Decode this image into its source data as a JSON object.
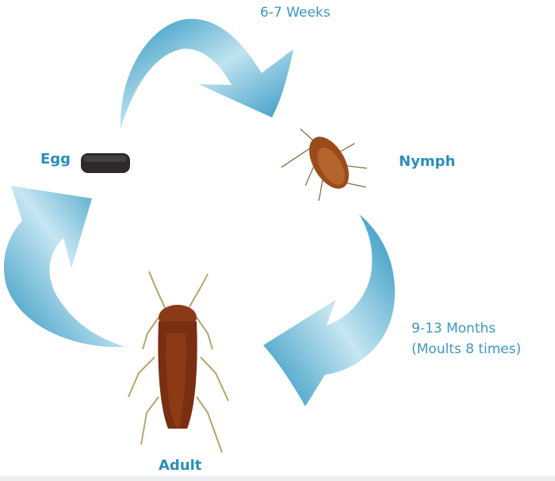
{
  "stages": {
    "egg": "Egg",
    "nymph": "Nymph",
    "adult": "Adult"
  },
  "durations": {
    "egg_to_nymph": "6-7 Weeks",
    "nymph_to_adult_line1": "9-13 Months",
    "nymph_to_adult_line2": "(Moults 8 times)"
  },
  "colors": {
    "arrow": "#2f9cc4",
    "arrow_light": "#bfe3f0",
    "label": "#2a8fbb",
    "insect": "#7a2e12",
    "egg": "#2e2a2a"
  }
}
